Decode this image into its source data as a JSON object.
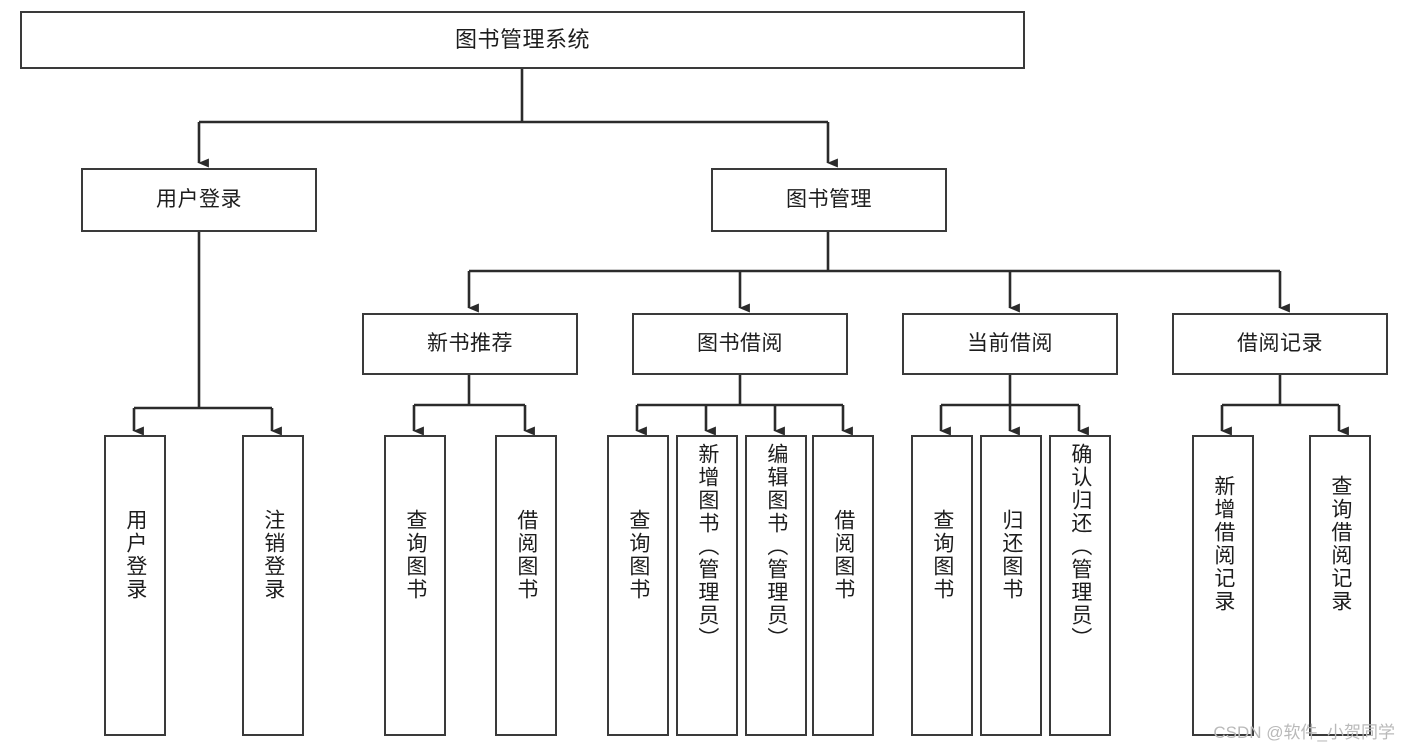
{
  "diagram": {
    "type": "tree",
    "title": "图书管理系统",
    "colors": {
      "box_border": "#3a3a3a",
      "box_fill": "#ffffff",
      "edge": "#2b2b2b",
      "text": "#1d1d1d",
      "watermark": "#b9b9b9",
      "background": "#ffffff"
    },
    "nodes": {
      "root": {
        "label": "图书管理系统"
      },
      "level2": [
        {
          "label": "用户登录"
        },
        {
          "label": "图书管理"
        }
      ],
      "level3": [
        {
          "label": "新书推荐"
        },
        {
          "label": "图书借阅"
        },
        {
          "label": "当前借阅"
        },
        {
          "label": "借阅记录"
        }
      ],
      "leaves_user_login": [
        {
          "label": "用户登录"
        },
        {
          "label": "注销登录"
        }
      ],
      "leaves_new_books": [
        {
          "label": "查询图书"
        },
        {
          "label": "借阅图书"
        }
      ],
      "leaves_borrow": [
        {
          "label": "查询图书"
        },
        {
          "label": "新增图书（管理员）"
        },
        {
          "label": "编辑图书（管理员）"
        },
        {
          "label": "借阅图书"
        }
      ],
      "leaves_current": [
        {
          "label": "查询图书"
        },
        {
          "label": "归还图书"
        },
        {
          "label": "确认归还（管理员）"
        }
      ],
      "leaves_records": [
        {
          "label": "新增借阅记录"
        },
        {
          "label": "查询借阅记录"
        }
      ]
    },
    "watermark": "CSDN @软件_小贺同学"
  }
}
